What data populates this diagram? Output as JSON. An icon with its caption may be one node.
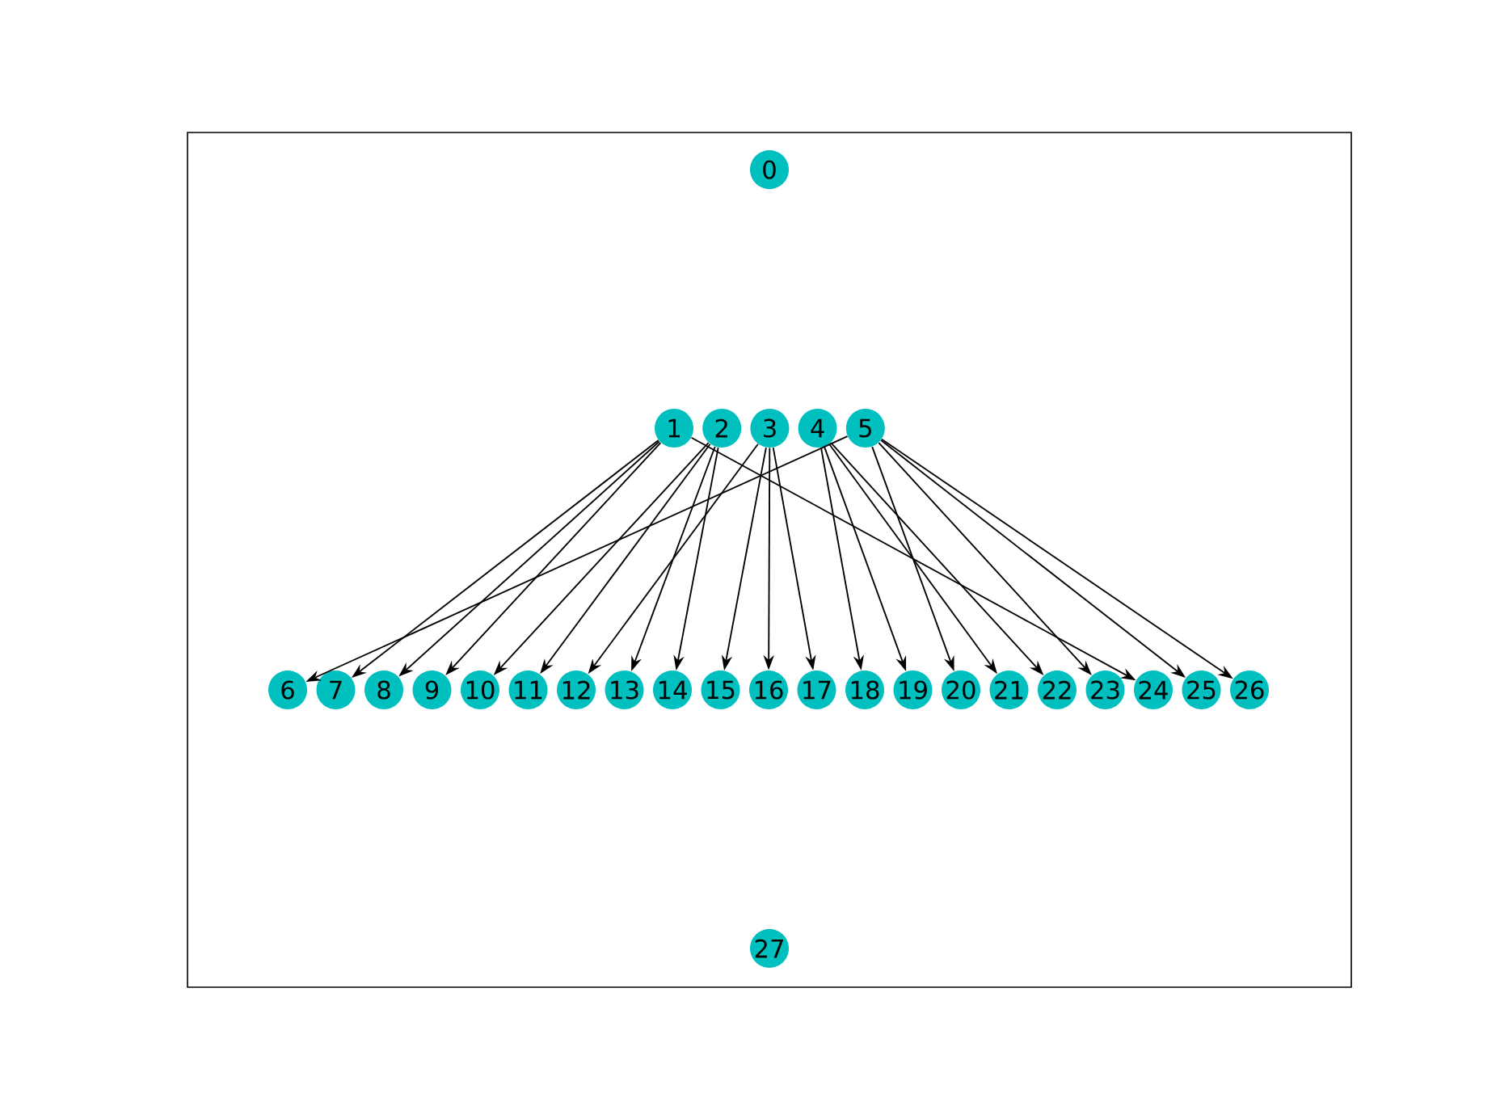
{
  "diagram": {
    "nodes": [
      {
        "text": [
          "0"
        ]
      },
      {
        "text": [
          "1"
        ]
      },
      {
        "text": [
          "2"
        ]
      },
      {
        "text": [
          "3"
        ]
      },
      {
        "text": [
          "4"
        ]
      },
      {
        "text": [
          "5"
        ]
      },
      {
        "text": [
          "6"
        ]
      },
      {
        "text": [
          "7"
        ]
      },
      {
        "text": [
          "8"
        ]
      },
      {
        "text": [
          "9"
        ]
      },
      {
        "text": [
          "10"
        ]
      },
      {
        "text": [
          "11"
        ]
      },
      {
        "text": [
          "12"
        ]
      },
      {
        "text": [
          "13"
        ]
      },
      {
        "text": [
          "14"
        ]
      },
      {
        "text": [
          "15"
        ]
      },
      {
        "text": [
          "16"
        ]
      },
      {
        "text": [
          "17"
        ]
      },
      {
        "text": [
          "18"
        ]
      },
      {
        "text": [
          "19"
        ]
      },
      {
        "text": [
          "20"
        ]
      },
      {
        "text": [
          "21"
        ]
      },
      {
        "text": [
          "22"
        ]
      },
      {
        "text": [
          "23"
        ]
      },
      {
        "text": [
          "24"
        ]
      },
      {
        "text": [
          "25"
        ]
      },
      {
        "text": [
          "26"
        ]
      },
      {
        "text": [
          "27"
        ]
      }
    ],
    "edges": [
      {
        "from": 1,
        "to": 7,
        "arrow": "to"
      },
      {
        "from": 1,
        "to": 8,
        "arrow": "to"
      },
      {
        "from": 1,
        "to": 9,
        "arrow": "to"
      },
      {
        "from": 1,
        "to": 24,
        "arrow": "to"
      },
      {
        "from": 2,
        "to": 10,
        "arrow": "to"
      },
      {
        "from": 2,
        "to": 11,
        "arrow": "to"
      },
      {
        "from": 2,
        "to": 13,
        "arrow": "to"
      },
      {
        "from": 2,
        "to": 14,
        "arrow": "to"
      },
      {
        "from": 3,
        "to": 12,
        "arrow": "to"
      },
      {
        "from": 3,
        "to": 15,
        "arrow": "to"
      },
      {
        "from": 3,
        "to": 16,
        "arrow": "to"
      },
      {
        "from": 3,
        "to": 17,
        "arrow": "to"
      },
      {
        "from": 4,
        "to": 18,
        "arrow": "to"
      },
      {
        "from": 4,
        "to": 19,
        "arrow": "to"
      },
      {
        "from": 4,
        "to": 21,
        "arrow": "to"
      },
      {
        "from": 4,
        "to": 22,
        "arrow": "to"
      },
      {
        "from": 5,
        "to": 6,
        "arrow": "to"
      },
      {
        "from": 5,
        "to": 20,
        "arrow": "to"
      },
      {
        "from": 5,
        "to": 23,
        "arrow": "to"
      },
      {
        "from": 5,
        "to": 25,
        "arrow": "to"
      },
      {
        "from": 5,
        "to": 26,
        "arrow": "to"
      }
    ]
  }
}
